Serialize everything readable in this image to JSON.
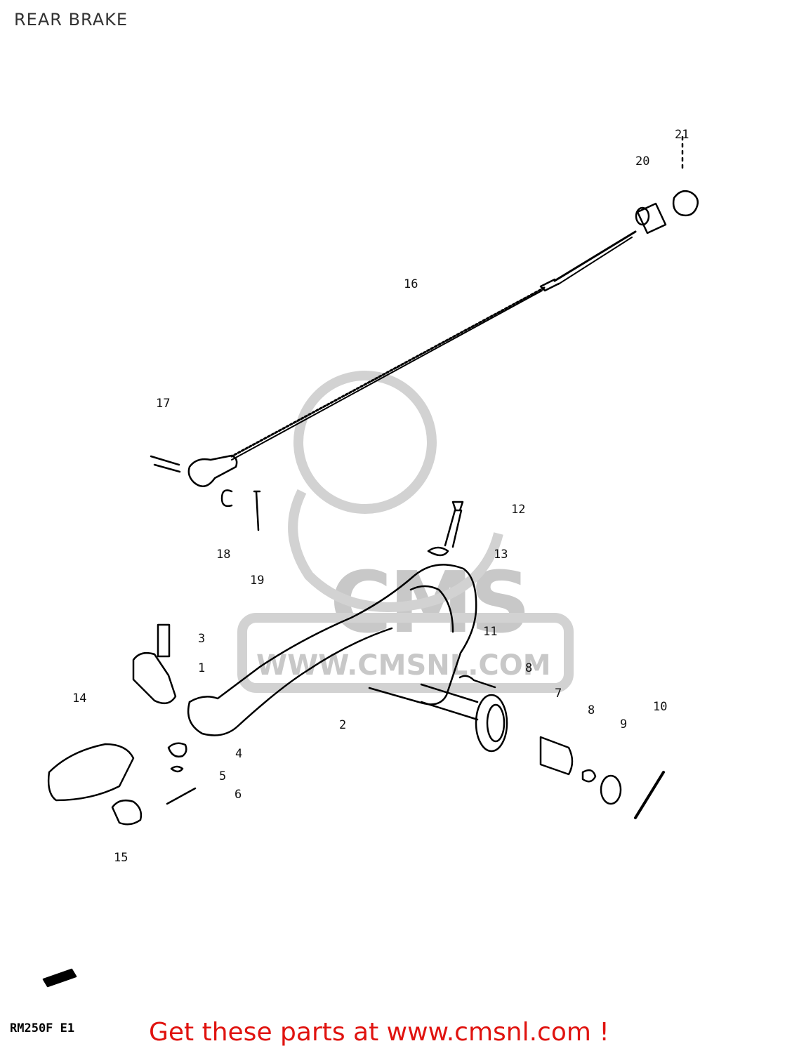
{
  "title": "REAR BRAKE",
  "watermark": {
    "logo_text": "CMS",
    "url_text": "WWW.CMSNL.COM"
  },
  "callouts": {
    "c1": "1",
    "c2": "2",
    "c3": "3",
    "c4": "4",
    "c5": "5",
    "c6": "6",
    "c7": "7",
    "c8a": "8",
    "c8b": "8",
    "c9": "9",
    "c10": "10",
    "c11": "11",
    "c12": "12",
    "c13": "13",
    "c14": "14",
    "c15": "15",
    "c16": "16",
    "c17": "17",
    "c18": "18",
    "c19": "19",
    "c20": "20",
    "c21": "21"
  },
  "footer": {
    "model_code": "RM250F  E1",
    "link_text": "Get these parts at www.cmsnl.com !",
    "link_color": "#e0130f"
  }
}
